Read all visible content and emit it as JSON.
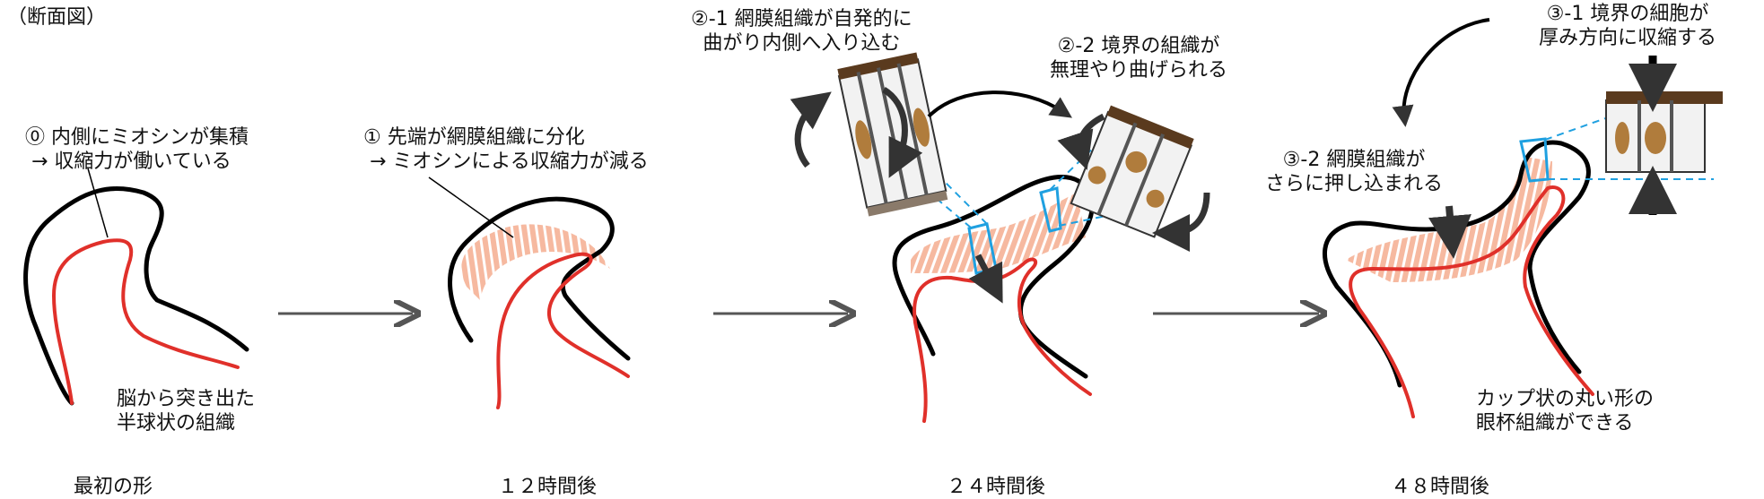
{
  "caption": "（断面図）",
  "stages": [
    {
      "time": "最初の形",
      "annotation": "⓪ 内側にミオシンが集積\n → 収縮力が働いている",
      "note": "脳から突き出た\n半球状の組織"
    },
    {
      "time": "１２時間後",
      "annotation": "① 先端が網膜組織に分化\n → ミオシンによる収縮力が減る"
    },
    {
      "time": "２４時間後",
      "annotation_a": "②-1 網膜組織が自発的に\n曲がり内側へ入り込む",
      "annotation_b": "②-2 境界の組織が\n無理やり曲げられる"
    },
    {
      "time": "４８時間後",
      "annotation_a": "③-1 境界の細胞が\n厚み方向に収縮する",
      "annotation_b": "③-2 網膜組織が\nさらに押し込まれる",
      "note": "カップ状の丸い形の\n眼杯組織ができる"
    }
  ],
  "colors": {
    "outer_line": "#000000",
    "inner_line": "#e0302a",
    "retina_fill": "#f6b9a0",
    "retina_stripe": "#ffffff",
    "highlight": "#1fa0e0",
    "arrow": "#555555",
    "curved_arrow": "#333333",
    "cell_nucleus": "#b07c3c",
    "cell_top": "#5a3a1e"
  }
}
